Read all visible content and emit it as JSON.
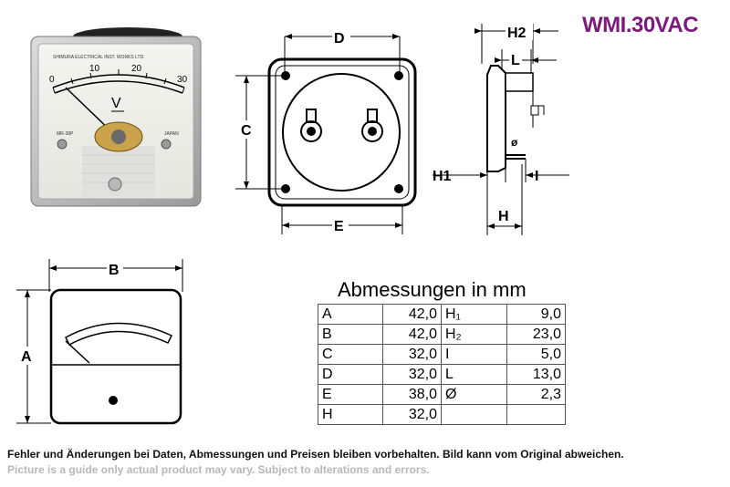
{
  "title": "WMI.30VAC",
  "photo": {
    "scale_labels": [
      "0",
      "10",
      "20",
      "30"
    ],
    "unit_symbol": "V",
    "brand_text": "SHIMURA ELECTRICAL INST. WORKS LTD.",
    "model_text": "MR-38P",
    "origin_text": "JAPAN"
  },
  "labels": {
    "A": "A",
    "B": "B",
    "C": "C",
    "D": "D",
    "E": "E",
    "H": "H",
    "H1": "H1",
    "H2": "H2",
    "L": "L",
    "I": "I",
    "phi": "ø"
  },
  "table": {
    "heading": "Abmessungen in mm",
    "rows": [
      {
        "k1": "A",
        "v1": "42,0",
        "k2": "H₁",
        "v2": "9,0"
      },
      {
        "k1": "B",
        "v1": "42,0",
        "k2": "H₂",
        "v2": "23,0"
      },
      {
        "k1": "C",
        "v1": "32,0",
        "k2": "I",
        "v2": "5,0"
      },
      {
        "k1": "D",
        "v1": "32,0",
        "k2": "L",
        "v2": "13,0"
      },
      {
        "k1": "E",
        "v1": "38,0",
        "k2": "Ø",
        "v2": "2,3"
      },
      {
        "k1": "H",
        "v1": "32,0",
        "k2": "",
        "v2": ""
      }
    ]
  },
  "notes": {
    "de": "Fehler und Änderungen bei Daten, Abmessungen und Preisen bleiben vorbehalten. Bild kann vom Original abweichen.",
    "en": "Picture is a guide only actual product may vary. Subject to alterations and errors."
  }
}
